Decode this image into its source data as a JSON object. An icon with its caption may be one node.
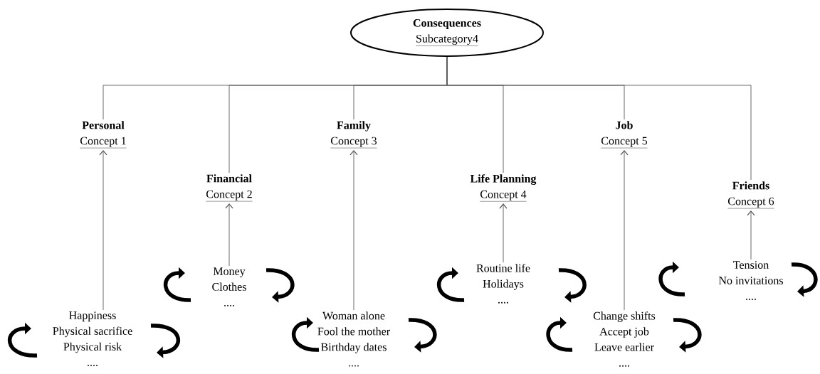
{
  "diagram": {
    "nodes": [
      {
        "text": [
          "Consequences",
          "Subcategory4"
        ]
      },
      {
        "text": [
          "Personal",
          "Concept 1"
        ]
      },
      {
        "text": [
          "Financial",
          "Concept 2"
        ]
      },
      {
        "text": [
          "Family",
          "Concept 3"
        ]
      },
      {
        "text": [
          "Life Planning",
          "Concept 4"
        ]
      },
      {
        "text": [
          "Job",
          "Concept 5"
        ]
      },
      {
        "text": [
          "Friends",
          "Concept 6"
        ]
      },
      {
        "text": [
          "Happiness",
          "Physical sacrifice",
          "Physical risk",
          "...."
        ]
      },
      {
        "text": [
          "Money",
          "Clothes",
          "...."
        ]
      },
      {
        "text": [
          "Woman alone",
          "Fool the mother",
          "Birthday dates",
          "...."
        ]
      },
      {
        "text": [
          "Routine life",
          "Holidays",
          "...."
        ]
      },
      {
        "text": [
          "Change shifts",
          "Accept job",
          "Leave earlier",
          "...."
        ]
      },
      {
        "text": [
          "Tension",
          "No invitations",
          "...."
        ]
      }
    ],
    "edges": [
      {
        "from": 0,
        "to": 1,
        "arrow": "none"
      },
      {
        "from": 0,
        "to": 2,
        "arrow": "none"
      },
      {
        "from": 0,
        "to": 3,
        "arrow": "none"
      },
      {
        "from": 0,
        "to": 4,
        "arrow": "none"
      },
      {
        "from": 0,
        "to": 5,
        "arrow": "none"
      },
      {
        "from": 0,
        "to": 6,
        "arrow": "none"
      },
      {
        "from": 7,
        "to": 1,
        "arrow": "to"
      },
      {
        "from": 8,
        "to": 2,
        "arrow": "to"
      },
      {
        "from": 9,
        "to": 3,
        "arrow": "to"
      },
      {
        "from": 10,
        "to": 4,
        "arrow": "to"
      },
      {
        "from": 11,
        "to": 5,
        "arrow": "to"
      },
      {
        "from": 12,
        "to": 6,
        "arrow": "to"
      }
    ]
  }
}
